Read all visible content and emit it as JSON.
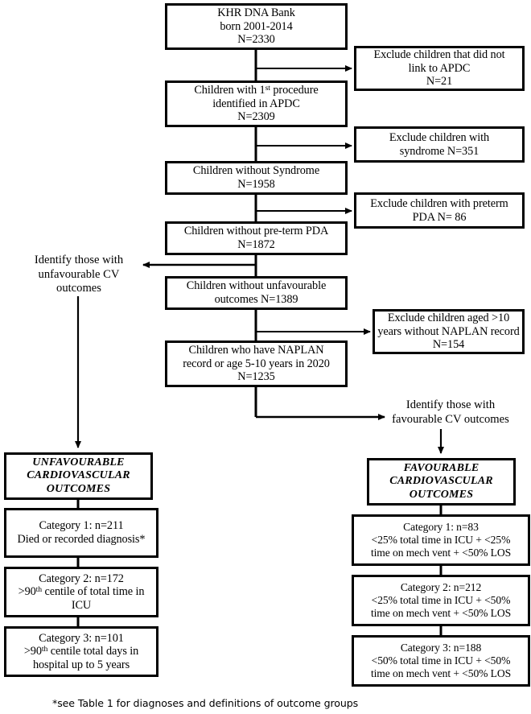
{
  "figure": {
    "type": "flowchart",
    "title_text": "",
    "footnote": "*see Table 1 for diagnoses and definitions of outcome groups",
    "colors": {
      "box_border": "#000000",
      "background": "#ffffff",
      "text": "#000000"
    }
  },
  "nodes": {
    "source_cohort": {
      "line1": "KHR DNA Bank",
      "line2": "born 2001-2014",
      "line3": "N=2330"
    },
    "first_procedure": {
      "line1": "Children with 1",
      "line1_sup": "st",
      "line1_rest": " procedure",
      "line2": "identified in APDC",
      "line3": "N=2309"
    },
    "without_syndrome": {
      "line1": "Children without Syndrome",
      "line2": "N=1958"
    },
    "without_preterm_pda": {
      "line1": "Children without pre-term PDA",
      "line2": "N=1872"
    },
    "without_unfavourable": {
      "line1": "Children without unfavourable",
      "line2": "outcomes N=1389"
    },
    "naplan_cohort": {
      "line1": "Children who have NAPLAN",
      "line2": "record or age 5-10 years in 2020",
      "line3": "N=1235"
    },
    "exclude_no_link": {
      "line1": "Exclude children that did not",
      "line2": "link to APDC",
      "line3": "N=21"
    },
    "exclude_syndrome": {
      "line1": "Exclude children with",
      "line2": "syndrome N=351"
    },
    "exclude_preterm_pda": {
      "line1": "Exclude children with preterm",
      "line2": "PDA N= 86"
    },
    "exclude_no_naplan": {
      "line1": "Exclude children aged >10",
      "line2": "years without NAPLAN record",
      "line3": "N=154"
    },
    "unfavourable_header": {
      "line1": "UNFAVOURABLE",
      "line2": "CARDIOVASCULAR",
      "line3": "OUTCOMES"
    },
    "favourable_header": {
      "line1": "FAVOURABLE",
      "line2": "CARDIOVASCULAR",
      "line3": "OUTCOMES"
    },
    "unfav_cat1": {
      "line1": "Category 1: n=211",
      "line2": "Died or recorded diagnosis*"
    },
    "unfav_cat2": {
      "line1": "Category 2: n=172",
      "line2_pre": ">90",
      "line2_sup": "th",
      "line2_rest": " centile of total time in",
      "line3": "ICU"
    },
    "unfav_cat3": {
      "line1": "Category 3: n=101",
      "line2_pre": ">90",
      "line2_sup": "th",
      "line2_rest": " centile total days in",
      "line3": "hospital up to 5 years"
    },
    "fav_cat1": {
      "line1": "Category 1: n=83",
      "line2": "<25% total time in ICU + <25%",
      "line3": "time on mech vent + <50% LOS"
    },
    "fav_cat2": {
      "line1": "Category 2: n=212",
      "line2": "<25% total time in ICU + <50%",
      "line3": "time on mech vent + <50% LOS"
    },
    "fav_cat3": {
      "line1": "Category 3: n=188",
      "line2": "<50% total time in ICU + <50%",
      "line3": "time on mech vent + <50% LOS"
    }
  },
  "labels": {
    "identify_unfavourable": {
      "line1": "Identify those with",
      "line2": "unfavourable CV",
      "line3": "outcomes"
    },
    "identify_favourable": {
      "line1": "Identify those with",
      "line2": "favourable CV outcomes"
    }
  },
  "chart_data": {
    "type": "table",
    "title": "Cohort derivation flow",
    "included_steps": [
      {
        "label": "KHR DNA Bank born 2001-2014",
        "n": 2330
      },
      {
        "label": "Children with 1st procedure identified in APDC",
        "n": 2309
      },
      {
        "label": "Children without Syndrome",
        "n": 1958
      },
      {
        "label": "Children without pre-term PDA",
        "n": 1872
      },
      {
        "label": "Children without unfavourable outcomes",
        "n": 1389
      },
      {
        "label": "Children who have NAPLAN record or age 5-10 years in 2020",
        "n": 1235
      }
    ],
    "excluded_steps": [
      {
        "label": "Exclude children that did not link to APDC",
        "n": 21
      },
      {
        "label": "Exclude children with syndrome",
        "n": 351
      },
      {
        "label": "Exclude children with preterm PDA",
        "n": 86
      },
      {
        "label": "Exclude children aged >10 years without NAPLAN record",
        "n": 154
      }
    ],
    "outcome_groups": [
      {
        "group": "UNFAVOURABLE CARDIOVASCULAR OUTCOMES",
        "categories": [
          {
            "category": "Category 1",
            "n": 211,
            "definition": "Died or recorded diagnosis*"
          },
          {
            "category": "Category 2",
            "n": 172,
            "definition": ">90th centile of total time in ICU"
          },
          {
            "category": "Category 3",
            "n": 101,
            "definition": ">90th centile total days in hospital up to 5 years"
          }
        ]
      },
      {
        "group": "FAVOURABLE CARDIOVASCULAR OUTCOMES",
        "categories": [
          {
            "category": "Category 1",
            "n": 83,
            "definition": "<25% total time in ICU + <25% time on mech vent + <50% LOS"
          },
          {
            "category": "Category 2",
            "n": 212,
            "definition": "<25% total time in ICU + <50% time on mech vent + <50% LOS"
          },
          {
            "category": "Category 3",
            "n": 188,
            "definition": "<50% total time in ICU + <50% time on mech vent + <50% LOS"
          }
        ]
      }
    ]
  }
}
